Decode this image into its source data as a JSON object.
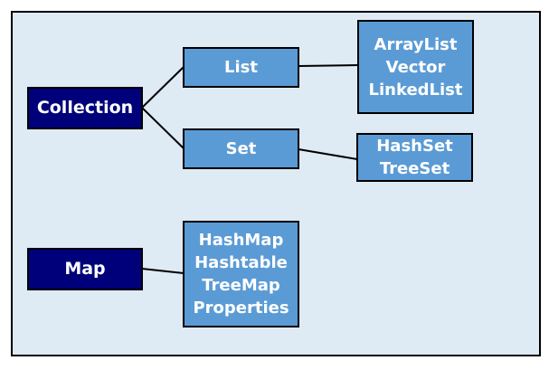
{
  "colors": {
    "background": "#deeaf4",
    "root_fill": "#00007a",
    "child_fill": "#5b9bd5",
    "text": "#ffffff",
    "border": "#000000"
  },
  "nodes": {
    "collection": {
      "label": "Collection"
    },
    "list": {
      "label": "List"
    },
    "set": {
      "label": "Set"
    },
    "map": {
      "label": "Map"
    },
    "list_impls": {
      "items": [
        "ArrayList",
        "Vector",
        "LinkedList"
      ]
    },
    "set_impls": {
      "items": [
        "HashSet",
        "TreeSet"
      ]
    },
    "map_impls": {
      "items": [
        "HashMap",
        "Hashtable",
        "TreeMap",
        "Properties"
      ]
    }
  },
  "edges": [
    {
      "from": "Collection",
      "to": "List"
    },
    {
      "from": "Collection",
      "to": "Set"
    },
    {
      "from": "List",
      "to": "ArrayList / Vector / LinkedList"
    },
    {
      "from": "Set",
      "to": "HashSet / TreeSet"
    },
    {
      "from": "Map",
      "to": "HashMap / Hashtable / TreeMap / Properties"
    }
  ]
}
